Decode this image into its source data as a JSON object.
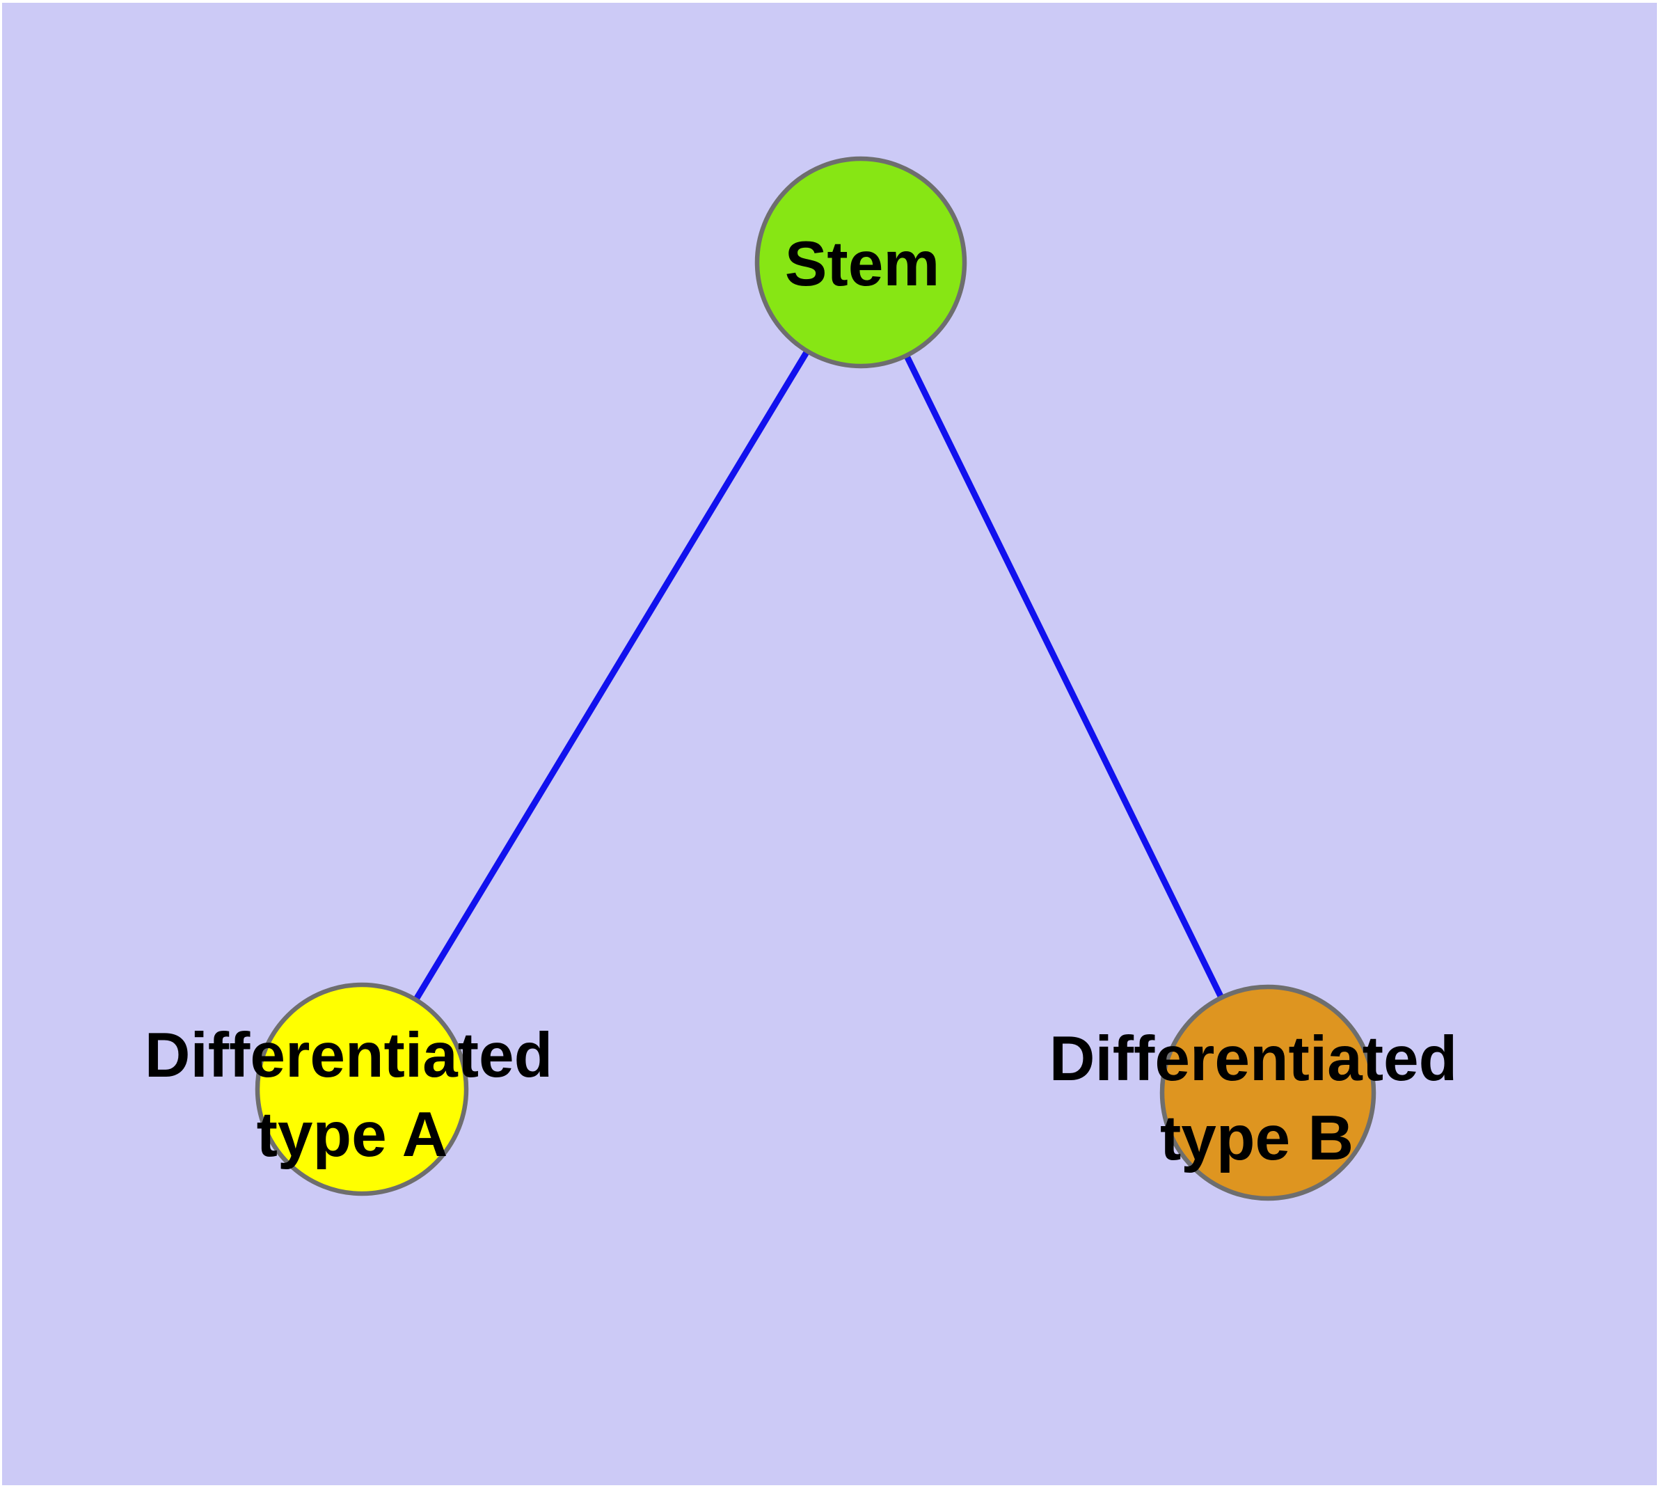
{
  "diagram": {
    "type": "node-link-graph",
    "background_color": "#cccaf6",
    "page_margin_color": "#ffffff",
    "edge_color": "#1111ee",
    "node_border_color": "#6e6e6e",
    "label_color": "#000000",
    "nodes": [
      {
        "id": "stem",
        "label": "Stem",
        "line1": "Stem",
        "fill": "#87e614"
      },
      {
        "id": "differentiated-type-a",
        "label": "Differentiated type A",
        "line1": "Differentiated",
        "line2": "type A",
        "fill": "#ffff00"
      },
      {
        "id": "differentiated-type-b",
        "label": "Differentiated type B",
        "line1": "Differentiated",
        "line2": "type B",
        "fill": "#de9520"
      }
    ],
    "edges": [
      {
        "from": "Stem",
        "to": "Differentiated type A"
      },
      {
        "from": "Stem",
        "to": "Differentiated type B"
      }
    ]
  }
}
